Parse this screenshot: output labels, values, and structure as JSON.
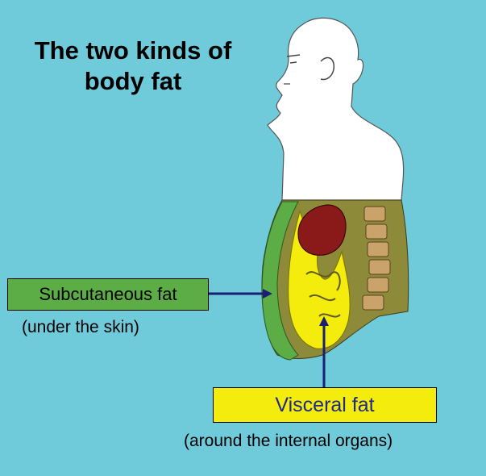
{
  "title_line1": "The two kinds of",
  "title_line2": "body fat",
  "subcutaneous": {
    "label": "Subcutaneous fat",
    "note": "(under the skin)",
    "color": "#5cad46"
  },
  "visceral": {
    "label": "Visceral fat",
    "note": "(around the internal organs)",
    "color": "#f3ec0d"
  },
  "colors": {
    "background": "#6fcad9",
    "body": "#ffffff",
    "arrow": "#1a1f73"
  }
}
